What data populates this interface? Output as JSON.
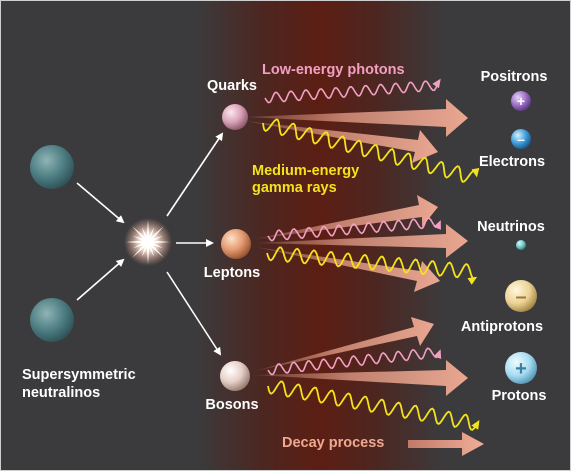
{
  "colors": {
    "background": "#3b3b3d",
    "glow": "#5a1d12",
    "low_energy_photon": "#f2a0c2",
    "gamma_ray": "#f4e21a",
    "arrow": "#e49a84",
    "label": "#ffffff"
  },
  "labels": {
    "neutralinos": [
      "Supersymmetric",
      "neutralinos"
    ],
    "quarks": "Quarks",
    "leptons": "Leptons",
    "bosons": "Bosons",
    "low_energy_photons": "Low-energy photons",
    "medium_energy_gamma": [
      "Medium-energy",
      "gamma rays"
    ],
    "positrons": "Positrons",
    "electrons": "Electrons",
    "neutrinos": "Neutrinos",
    "antiprotons": "Antiprotons",
    "protons": "Protons",
    "decay_process": "Decay process"
  },
  "symbols": {
    "positron": "+",
    "electron": "–",
    "antiproton": "–",
    "proton": "+"
  }
}
